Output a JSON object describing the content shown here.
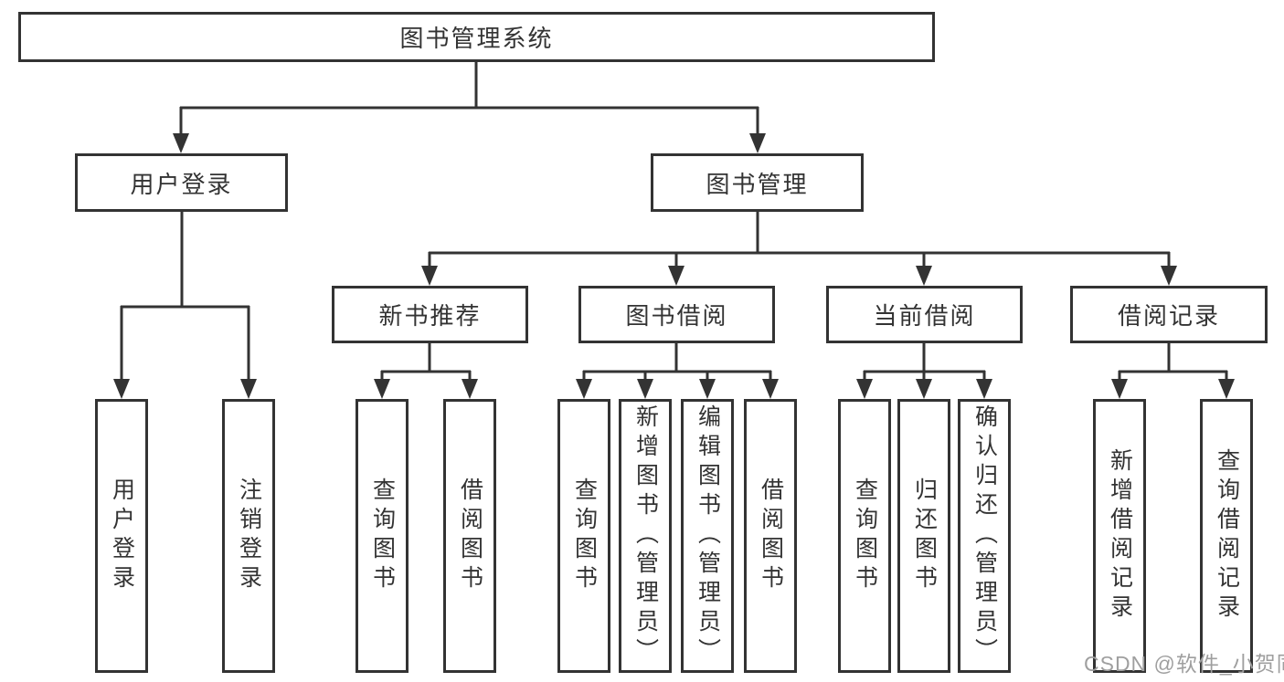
{
  "diagram": {
    "root": "图书管理系统",
    "level2": {
      "user_login": "用户登录",
      "book_management": "图书管理"
    },
    "level3": {
      "new_book": "新书推荐",
      "book_borrow": "图书借阅",
      "current_borrow": "当前借阅",
      "borrow_record": "借阅记录"
    },
    "leaves": {
      "user_login": [
        "用户登录",
        "注销登录"
      ],
      "new_book": [
        "查询图书",
        "借阅图书"
      ],
      "book_borrow": [
        "查询图书",
        "新增图书（管理员）",
        "编辑图书（管理员）",
        "借阅图书"
      ],
      "current_borrow": [
        "查询图书",
        "归还图书",
        "确认归还（管理员）"
      ],
      "borrow_record": [
        "新增借阅记录",
        "查询借阅记录"
      ]
    }
  },
  "colors": {
    "line": "#333333",
    "text": "#333333",
    "background": "#ffffff",
    "watermark": "#9f9f9f"
  },
  "watermark": "CSDN @软件_小贺同学"
}
